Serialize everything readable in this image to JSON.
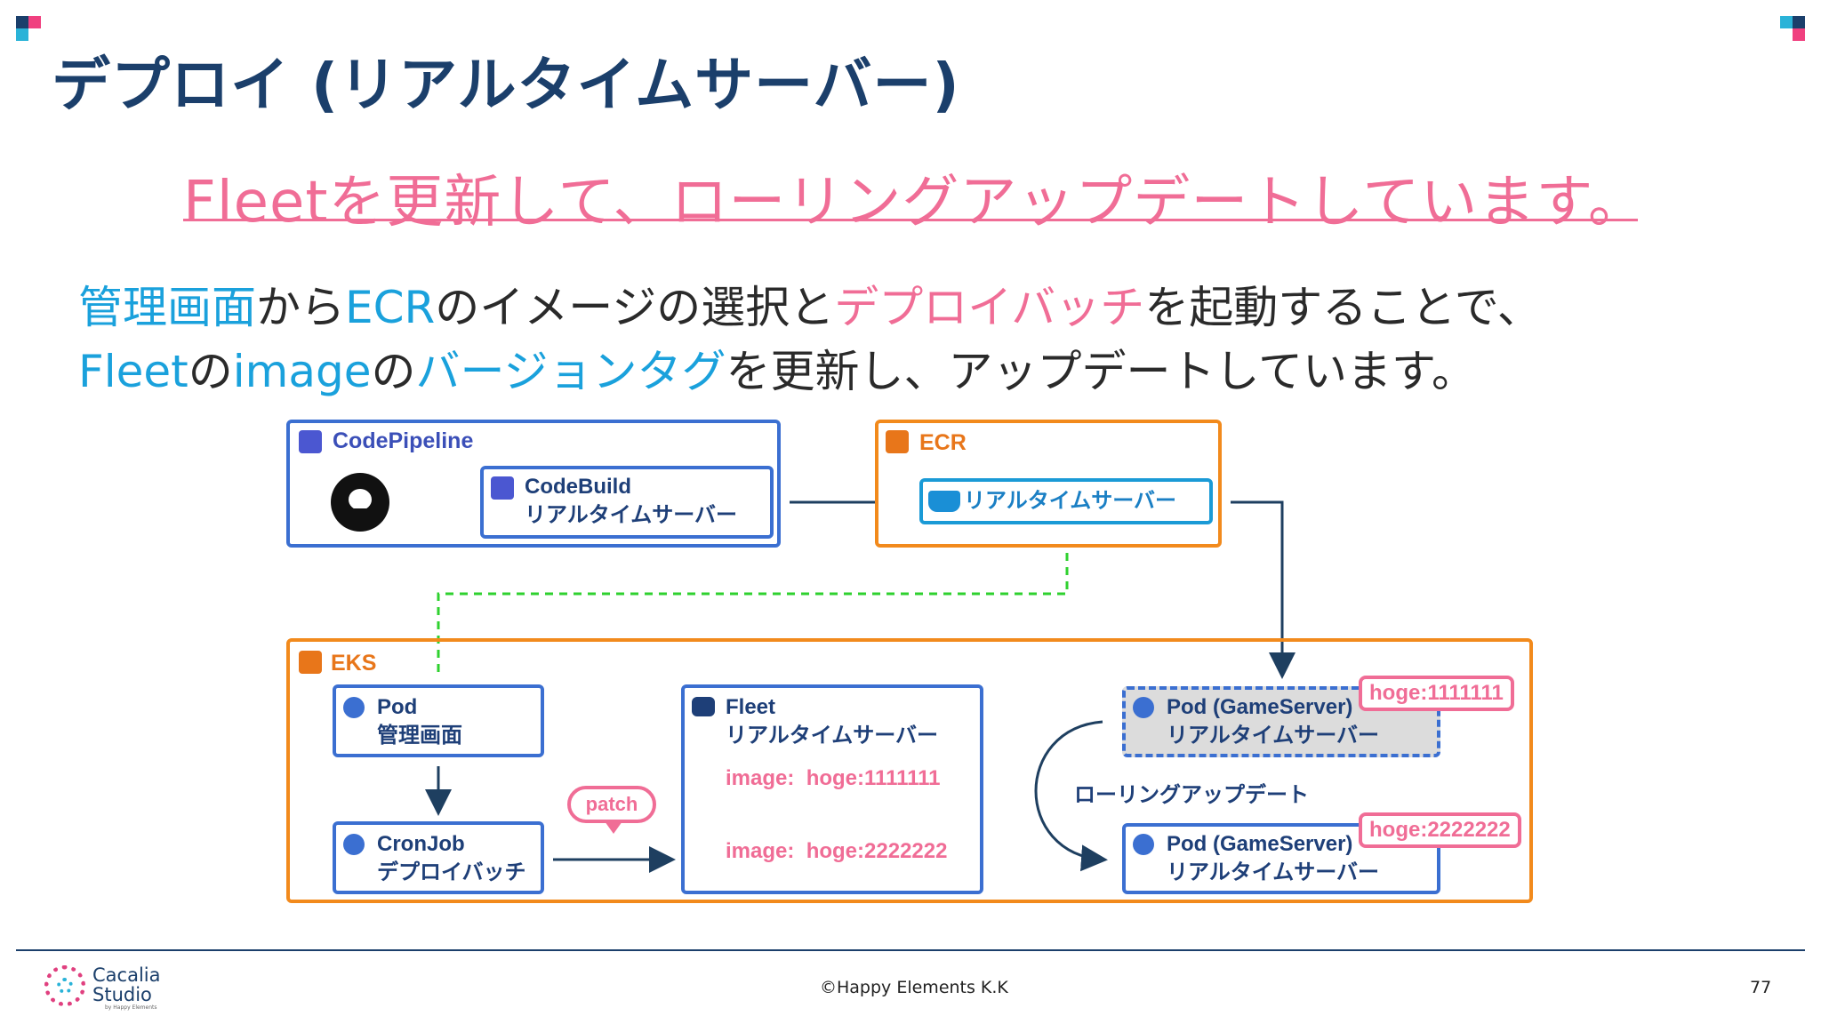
{
  "slide": {
    "title": "デプロイ (リアルタイムサーバー)",
    "subtitle": "Fleetを更新して、ローリングアップデートしています。",
    "line1": {
      "a": "管理画面",
      "b": "から",
      "c": "ECR",
      "d": "のイメージの選択と",
      "e": "デプロイバッチ",
      "f": "を起動することで、"
    },
    "line2": {
      "a": "Fleet",
      "b": "の",
      "c": "image",
      "d": "の",
      "e": "バージョンタグ",
      "f": "を更新し、アップデートしています。"
    }
  },
  "diagram": {
    "codepipeline": {
      "label": "CodePipeline"
    },
    "codebuild": {
      "line1": "CodeBuild",
      "line2": "リアルタイムサーバー"
    },
    "ecr": {
      "label": "ECR",
      "repo": "リアルタイムサーバー"
    },
    "eks": {
      "label": "EKS"
    },
    "pod_admin": {
      "line1": "Pod",
      "line2": "管理画面"
    },
    "cronjob": {
      "line1": "CronJob",
      "line2": "デプロイバッチ"
    },
    "patch_label": "patch",
    "fleet": {
      "line1": "Fleet",
      "line2": "リアルタイムサーバー",
      "image_old_key": "image:",
      "image_old_val": "hoge:1111111",
      "image_new_key": "image:",
      "image_new_val": "hoge:2222222"
    },
    "pod_old": {
      "line1": "Pod (GameServer)",
      "line2": "リアルタイムサーバー",
      "tag": "hoge:1111111"
    },
    "pod_new": {
      "line1": "Pod (GameServer)",
      "line2": "リアルタイムサーバー",
      "tag": "hoge:2222222"
    },
    "rolling_update": "ローリングアップデート"
  },
  "footer": {
    "logo_line1": "Cacalia",
    "logo_line2": "Studio",
    "logo_by": "by Happy Elements",
    "copyright": "©Happy Elements K.K",
    "page_number": "77"
  },
  "colors": {
    "title": "#1b3f6b",
    "accent_pink": "#f06d96",
    "accent_blue": "#1aa1dc",
    "node_border": "#3b6fd1",
    "group_orange": "#f28a1c",
    "dashed_green": "#2fd12f"
  }
}
